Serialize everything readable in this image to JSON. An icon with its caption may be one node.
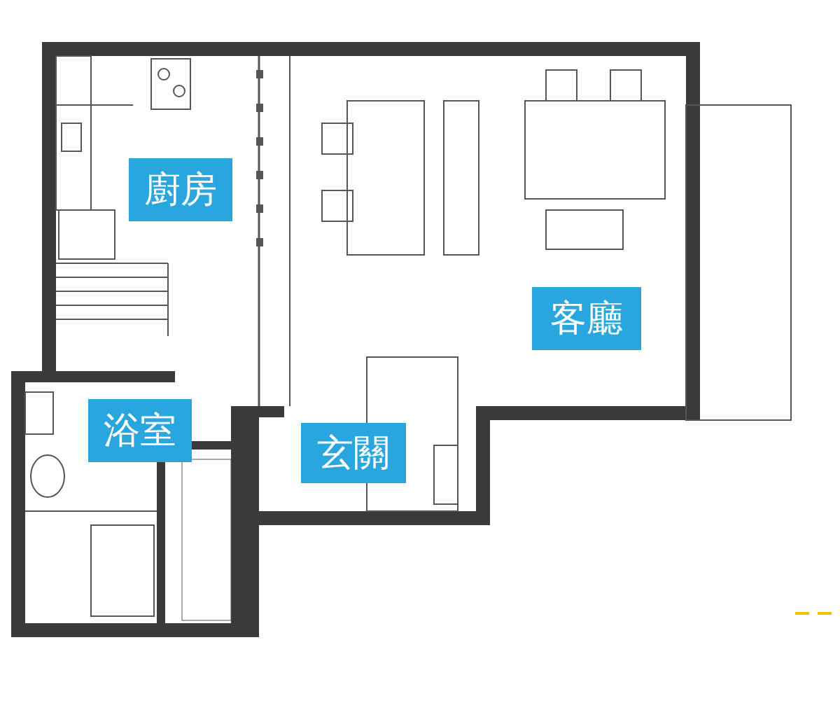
{
  "diagram": {
    "nodes": [
      {
        "text": [
          "廚房"
        ]
      },
      {
        "text": [
          "客廳"
        ]
      },
      {
        "text": [
          "浴室"
        ]
      },
      {
        "text": [
          "玄關"
        ]
      }
    ]
  }
}
